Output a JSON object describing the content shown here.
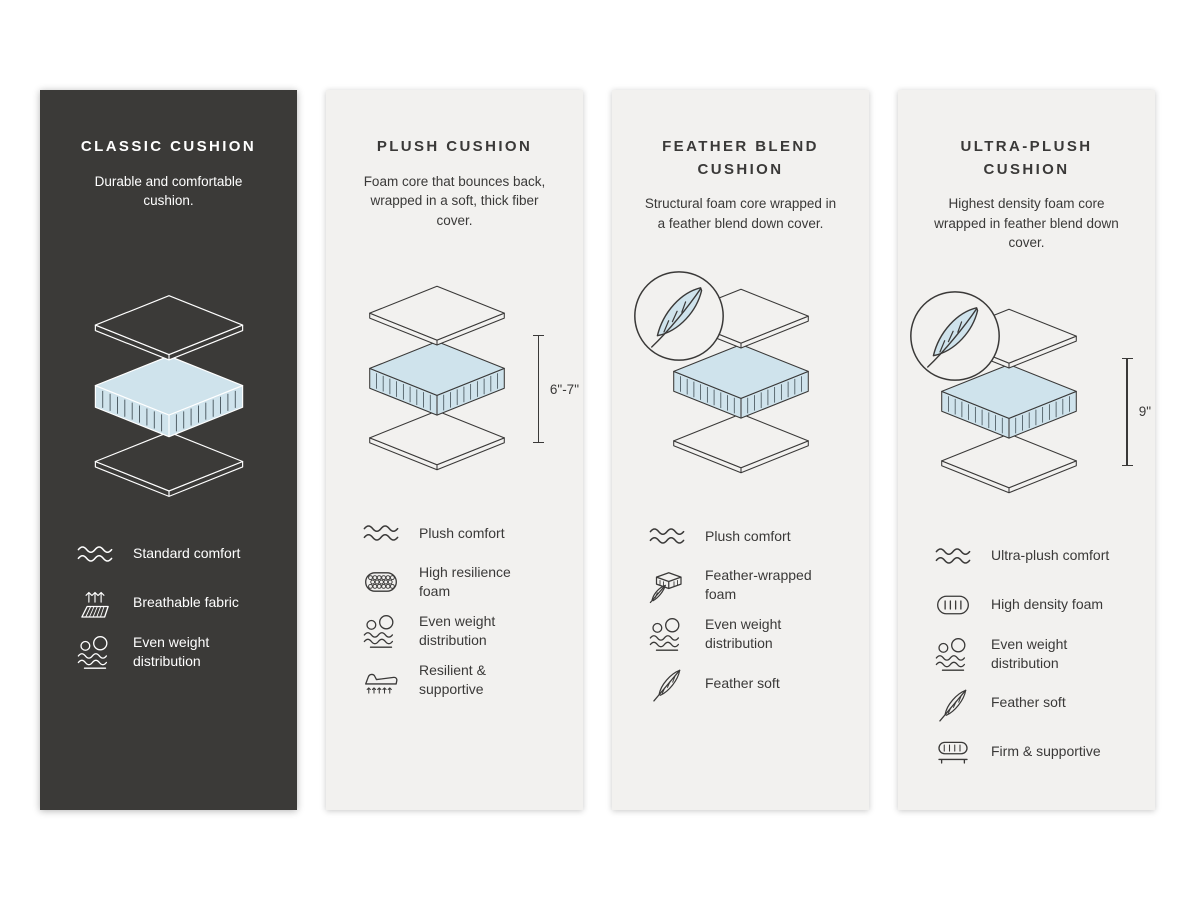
{
  "colors": {
    "background": "#ffffff",
    "dark_card": "#3b3a38",
    "light_card": "#f2f1ef",
    "foam_fill": "#cfe3ec",
    "line_dark": "#3a3938",
    "line_light": "#ffffff"
  },
  "cards": [
    {
      "title": "CLASSIC CUSHION",
      "description": "Durable and comfortable cushion.",
      "theme": "dark",
      "diagram": {
        "icon": "cushion-layers-diagram",
        "feather_badge": false,
        "measurement": ""
      },
      "features": [
        {
          "icon": "wave-icon",
          "label": "Standard comfort"
        },
        {
          "icon": "breathable-fabric-icon",
          "label": "Breathable fabric"
        },
        {
          "icon": "even-weight-icon",
          "label": "Even weight distribution"
        }
      ]
    },
    {
      "title": "PLUSH CUSHION",
      "description": "Foam core that bounces back, wrapped in a soft, thick fiber cover.",
      "theme": "light",
      "diagram": {
        "icon": "cushion-layers-diagram",
        "feather_badge": false,
        "measurement": "6\"-7\""
      },
      "features": [
        {
          "icon": "wave-icon",
          "label": "Plush comfort"
        },
        {
          "icon": "high-resilience-foam-icon",
          "label": "High resilience foam"
        },
        {
          "icon": "even-weight-icon",
          "label": "Even weight distribution"
        },
        {
          "icon": "resilient-supportive-icon",
          "label": "Resilient & supportive"
        }
      ]
    },
    {
      "title": "FEATHER BLEND CUSHION",
      "description": "Structural foam core wrapped in a feather blend down cover.",
      "theme": "light",
      "diagram": {
        "icon": "cushion-layers-diagram",
        "feather_badge": true,
        "measurement": ""
      },
      "features": [
        {
          "icon": "wave-icon",
          "label": "Plush comfort"
        },
        {
          "icon": "feather-wrapped-foam-icon",
          "label": "Feather-wrapped foam"
        },
        {
          "icon": "even-weight-icon",
          "label": "Even weight distribution"
        },
        {
          "icon": "feather-icon",
          "label": "Feather soft"
        }
      ]
    },
    {
      "title": "ULTRA-PLUSH CUSHION",
      "description": "Highest density foam core wrapped in feather blend down cover.",
      "theme": "light",
      "diagram": {
        "icon": "cushion-layers-diagram",
        "feather_badge": true,
        "measurement": "9\""
      },
      "features": [
        {
          "icon": "wave-icon",
          "label": "Ultra-plush comfort"
        },
        {
          "icon": "high-density-foam-icon",
          "label": "High density foam"
        },
        {
          "icon": "even-weight-icon",
          "label": "Even weight distribution"
        },
        {
          "icon": "feather-icon",
          "label": "Feather soft"
        },
        {
          "icon": "firm-supportive-icon",
          "label": "Firm & supportive"
        }
      ]
    }
  ]
}
